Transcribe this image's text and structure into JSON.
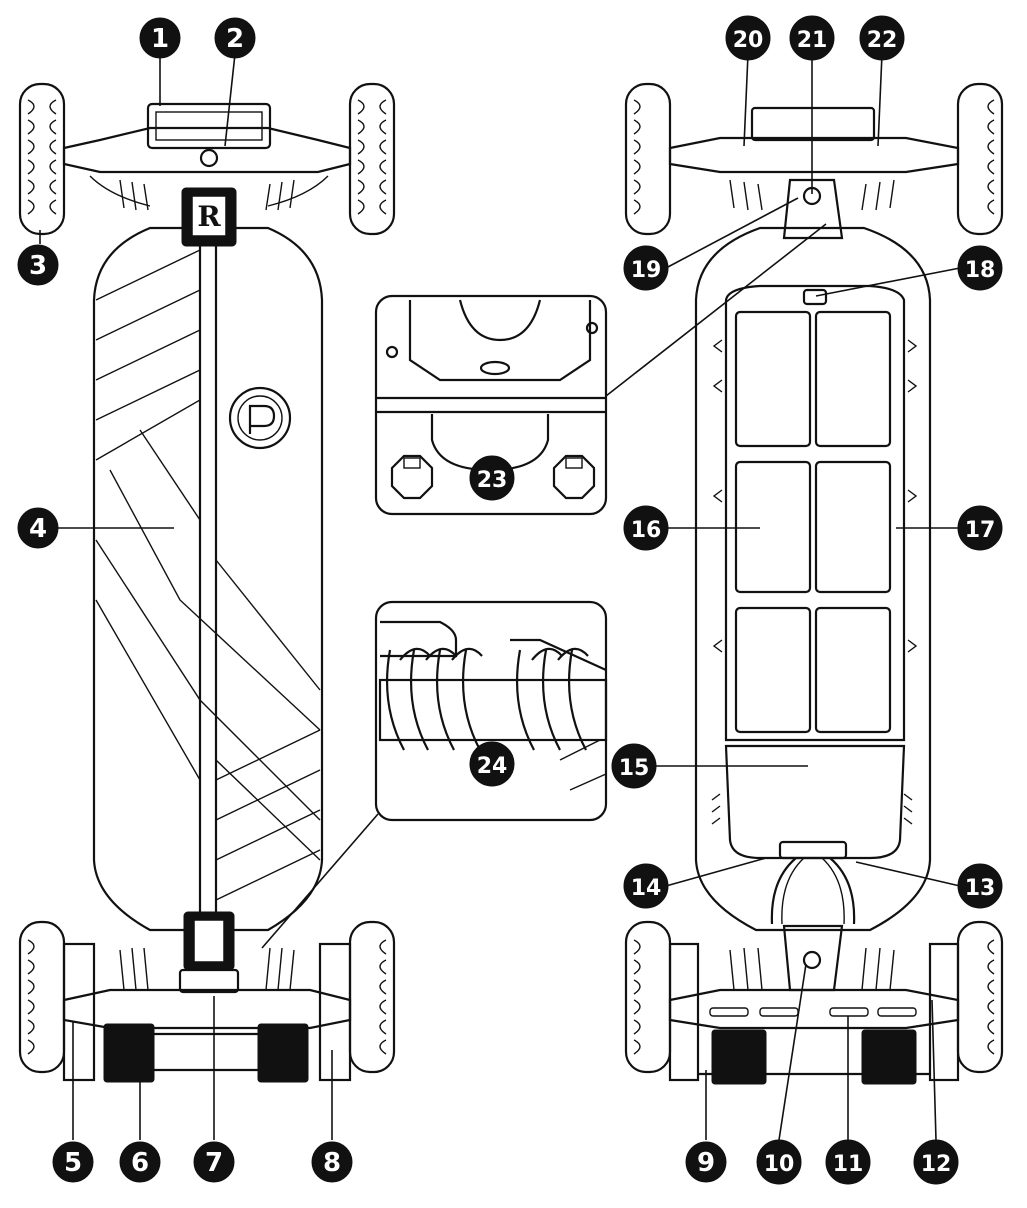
{
  "diagram": {
    "deck_logo": "R",
    "callouts": [
      "1",
      "2",
      "3",
      "4",
      "5",
      "6",
      "7",
      "8",
      "9",
      "10",
      "11",
      "12",
      "13",
      "14",
      "15",
      "16",
      "17",
      "18",
      "19",
      "20",
      "21",
      "22",
      "23",
      "24"
    ],
    "colors": {
      "line": "#111111",
      "background": "#ffffff",
      "callout_fill": "#111111",
      "callout_text": "#ffffff"
    }
  }
}
